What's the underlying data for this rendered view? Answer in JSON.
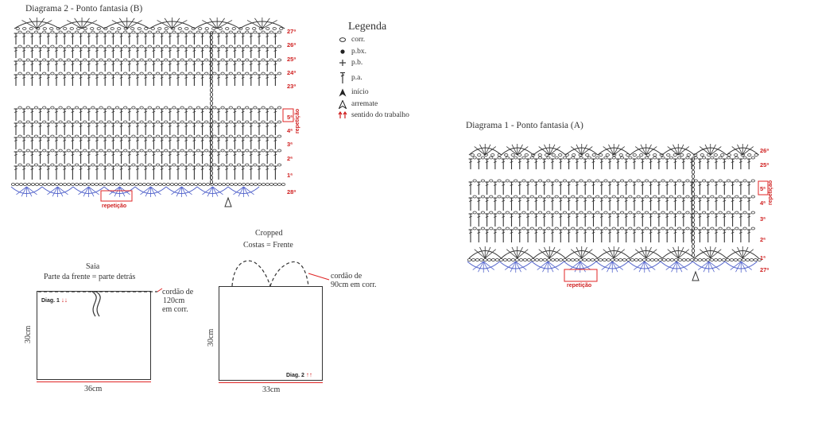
{
  "diagram2": {
    "title": "Diagrama 2 - Ponto fantasia (B)",
    "row_labels": [
      "27ª",
      "26ª",
      "25ª",
      "24ª",
      "23ª",
      "5ª",
      "4ª",
      "3ª",
      "2ª",
      "1ª",
      "28ª"
    ],
    "repeat_label": "repetição",
    "side_repeat_label": "repetição"
  },
  "diagram1": {
    "title": "Diagrama 1 - Ponto fantasia (A)",
    "row_labels": [
      "26ª",
      "25ª",
      "5ª",
      "4ª",
      "3ª",
      "2ª",
      "1ª",
      "27ª"
    ],
    "repeat_label": "repetição",
    "side_repeat_label": "repetição"
  },
  "legend": {
    "title": "Legenda",
    "items": [
      {
        "icon": "chain-icon",
        "label": "corr."
      },
      {
        "icon": "slip-stitch-icon",
        "label": "p.bx."
      },
      {
        "icon": "single-crochet-icon",
        "label": "p.b."
      },
      {
        "icon": "double-crochet-icon",
        "label": "p.a."
      },
      {
        "icon": "start-arrow-icon",
        "label": "início"
      },
      {
        "icon": "finish-arrow-icon",
        "label": "arremate"
      },
      {
        "icon": "direction-arrows-icon",
        "label": "sentido do trabalho"
      }
    ]
  },
  "saia": {
    "title": "Saia",
    "subtitle": "Parte da frente = parte detrás",
    "diag_label": "Diag. 1",
    "cord_label": [
      "cordão de",
      "120cm",
      "em corr."
    ],
    "height_label": "30cm",
    "width_label": "36cm"
  },
  "cropped": {
    "title": "Cropped",
    "subtitle": "Costas = Frente",
    "diag_label": "Diag. 2",
    "cord_label": [
      "cordão de",
      "90cm em corr."
    ],
    "height_label": "30cm",
    "width_label": "33cm"
  },
  "colors": {
    "red": "#e02525",
    "blue": "#5566cc",
    "ink": "#333333"
  }
}
